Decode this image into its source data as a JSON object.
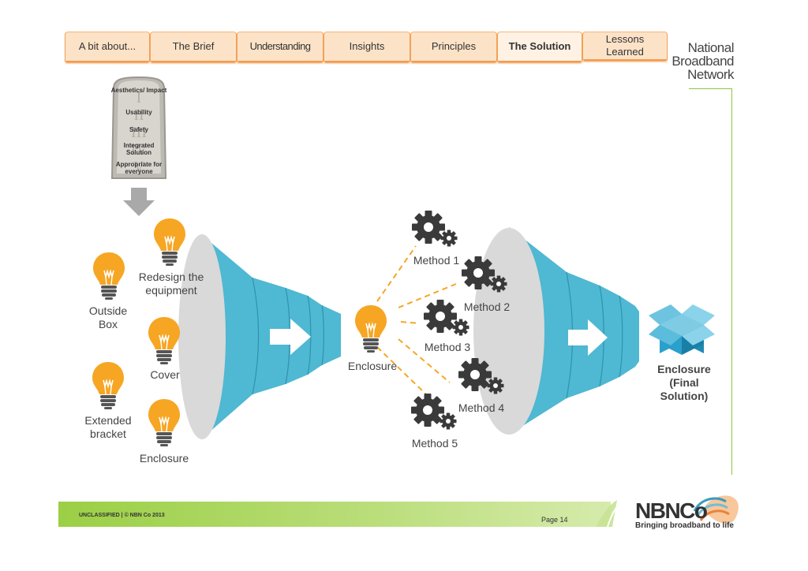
{
  "nav": {
    "tabs": [
      {
        "label": "A bit about...",
        "active": false
      },
      {
        "label": "The Brief",
        "active": false
      },
      {
        "label": "Understanding",
        "active": false
      },
      {
        "label": "Insights",
        "active": false
      },
      {
        "label": "Principles",
        "active": false
      },
      {
        "label": "The Solution",
        "active": true
      },
      {
        "label": "Lessons Learned",
        "active": false
      }
    ]
  },
  "brand": {
    "line1": "National",
    "line2": "Broadband",
    "line3": "Network"
  },
  "principles": {
    "items": [
      "Aesthetics/ Impact",
      "Usability",
      "Safety",
      "Integrated Solution",
      "Appropriate for everyone"
    ],
    "numerals": [
      "I",
      "II",
      "III",
      "IV",
      "V"
    ]
  },
  "ideas": {
    "redesign": "Redesign the equipment",
    "outside_box": "Outside Box",
    "cover": "Cover",
    "extended_bracket": "Extended bracket",
    "enclosure": "Enclosure"
  },
  "center": {
    "enclosure": "Enclosure"
  },
  "methods": [
    "Method 1",
    "Method 2",
    "Method 3",
    "Method 4",
    "Method 5"
  ],
  "result": {
    "label": "Enclosure (Final Solution)"
  },
  "footer": {
    "classification": "UNCLASSIFIED | © NBN Co 2013",
    "page": "Page 14",
    "logo": "NBNCo",
    "tagline": "Bringing broadband to life"
  },
  "colors": {
    "accent_orange": "#f6a623",
    "funnel_blue": "#4fb8d2",
    "footer_green": "#9bcf45",
    "gear": "#3a3a3a"
  }
}
